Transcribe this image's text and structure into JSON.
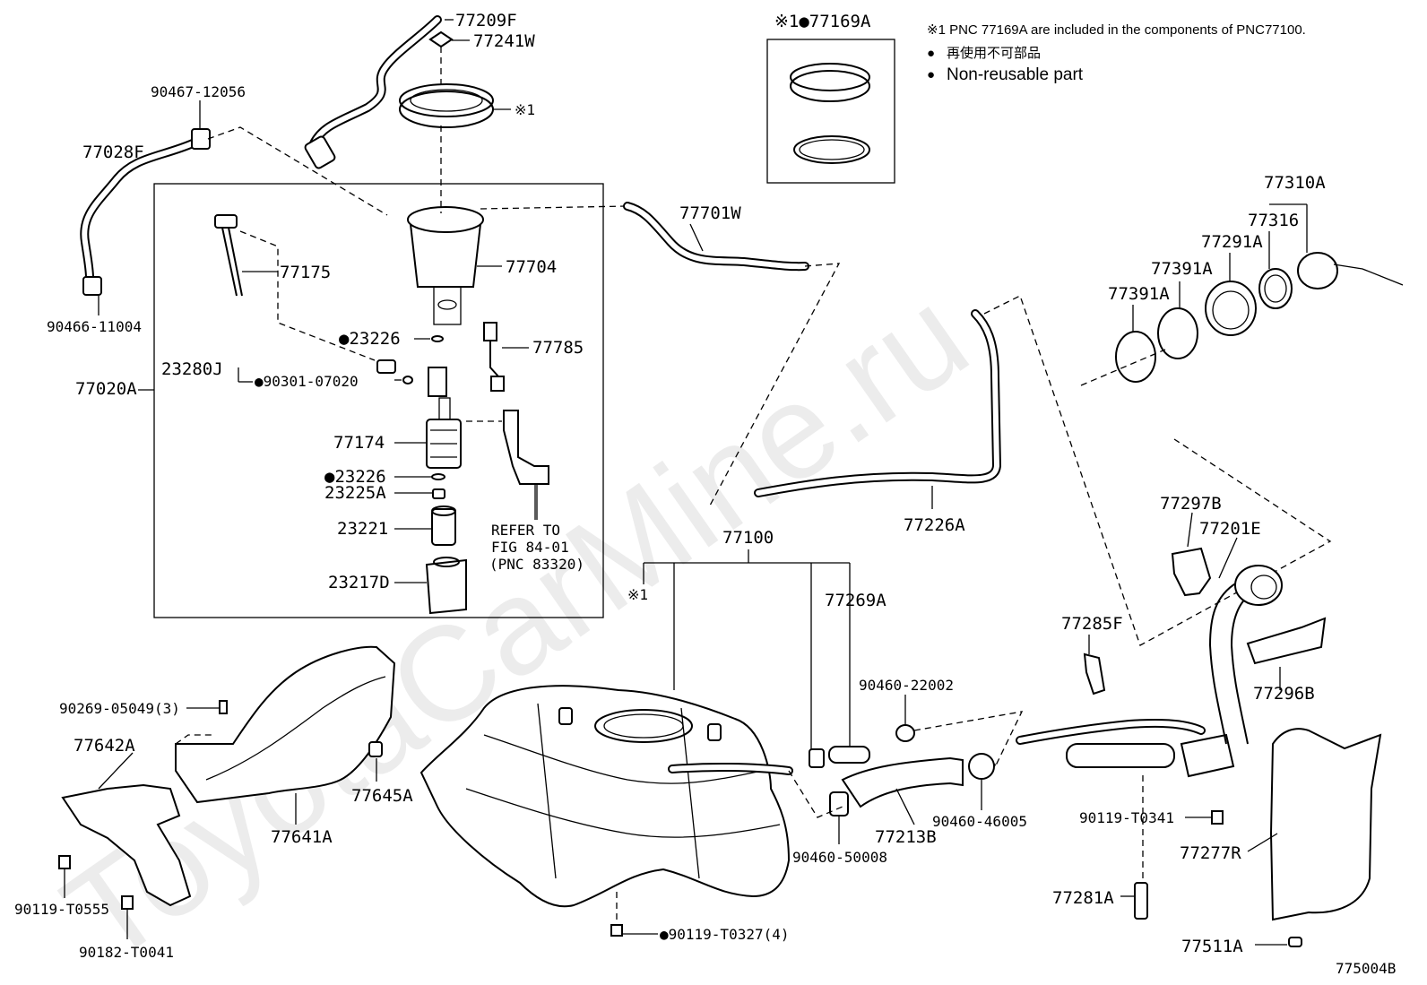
{
  "watermark": "ToyotaCarMine.ru",
  "figure_id": "775004B",
  "notes": {
    "line1": "※1 PNC 77169A are included in the components of PNC77100.",
    "line2": "再使用不可部品",
    "line3": "Non-reusable part",
    "bullet": "●"
  },
  "inset_label": "※1●77169A",
  "labels": {
    "p77209F": "77209F",
    "p77241W": "77241W",
    "p90467": "90467-12056",
    "p77028F": "77028F",
    "note1_ring": "※1",
    "p90466": "90466-11004",
    "p77175": "77175",
    "p77704": "77704",
    "p77701W": "77701W",
    "p23226a": "●23226",
    "p77785": "77785",
    "p23280J": "23280J",
    "p90301": "●90301-07020",
    "p77020A": "77020A",
    "p77174": "77174",
    "p23226b": "●23226",
    "p23225A": "23225A",
    "p23221": "23221",
    "ref1": "REFER TO",
    "ref2": "FIG 84-01",
    "ref3": "(PNC 83320)",
    "p23217D": "23217D",
    "p77310A": "77310A",
    "p77316": "77316",
    "p77291A": "77291A",
    "p77391Aa": "77391A",
    "p77391Ab": "77391A",
    "p77226A": "77226A",
    "p77297B": "77297B",
    "p77201E": "77201E",
    "p77100": "77100",
    "note1_tank": "※1",
    "p77269A": "77269A",
    "p77285F": "77285F",
    "p77296B": "77296B",
    "p90460_22002": "90460-22002",
    "p90269": "90269-05049(3)",
    "p77642A": "77642A",
    "p77645A": "77645A",
    "p77641A": "77641A",
    "p77213B": "77213B",
    "p90460_46005": "90460-46005",
    "p90460_50008": "90460-50008",
    "p90119_T0341": "90119-T0341",
    "p77277R": "77277R",
    "p90119_T0555": "90119-T0555",
    "p77281A": "77281A",
    "p90182": "90182-T0041",
    "p90119_T0327": "●90119-T0327(4)",
    "p77511A": "77511A"
  }
}
